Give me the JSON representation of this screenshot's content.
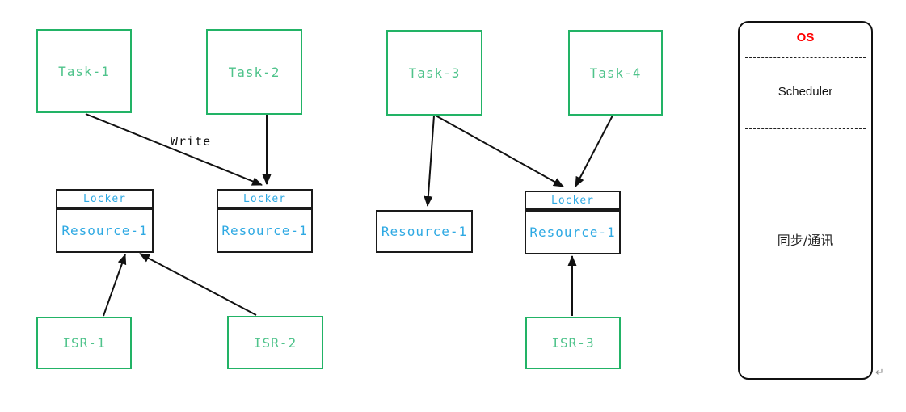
{
  "diagram": {
    "tasks": [
      "Task-1",
      "Task-2",
      "Task-3",
      "Task-4"
    ],
    "isrs": [
      "ISR-1",
      "ISR-2",
      "ISR-3"
    ],
    "resource_boxes": [
      {
        "locker": "Locker",
        "name": "Resource-1"
      },
      {
        "locker": "Locker",
        "name": "Resource-1"
      },
      {
        "name": "Resource-1"
      },
      {
        "locker": "Locker",
        "name": "Resource-1"
      }
    ],
    "edge_label": "Write",
    "os_panel": {
      "title": "OS",
      "scheduler": "Scheduler",
      "sync_comm": "同步/通讯"
    },
    "return_mark": "↵",
    "colors": {
      "task_border": "#22b366",
      "task_text": "#4fc38b",
      "resource_text": "#2ea9e3",
      "line_black": "#1a1a1a",
      "os_title_red": "#ff0000"
    }
  }
}
